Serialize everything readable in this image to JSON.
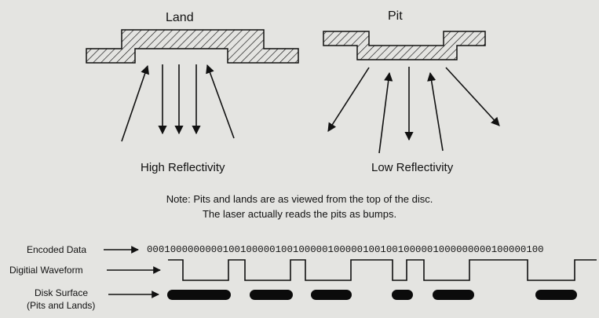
{
  "land": {
    "title": "Land",
    "reflectivity": "High Reflectivity"
  },
  "pit": {
    "title": "Pit",
    "reflectivity": "Low Reflectivity"
  },
  "note": {
    "line1": "Note: Pits and lands are as viewed from the top of the disc.",
    "line2": "The laser actually reads the pits as bumps."
  },
  "encoding": {
    "encoded_label": "Encoded Data",
    "waveform_label": "Digitial Waveform",
    "surface_label_1": "Disk Surface",
    "surface_label_2": "(Pits and Lands)",
    "bits": "00010000000001001000001001000001000001001001000001000000000100000100"
  },
  "colors": {
    "ink": "#111111",
    "paper": "#e4e4e1"
  }
}
